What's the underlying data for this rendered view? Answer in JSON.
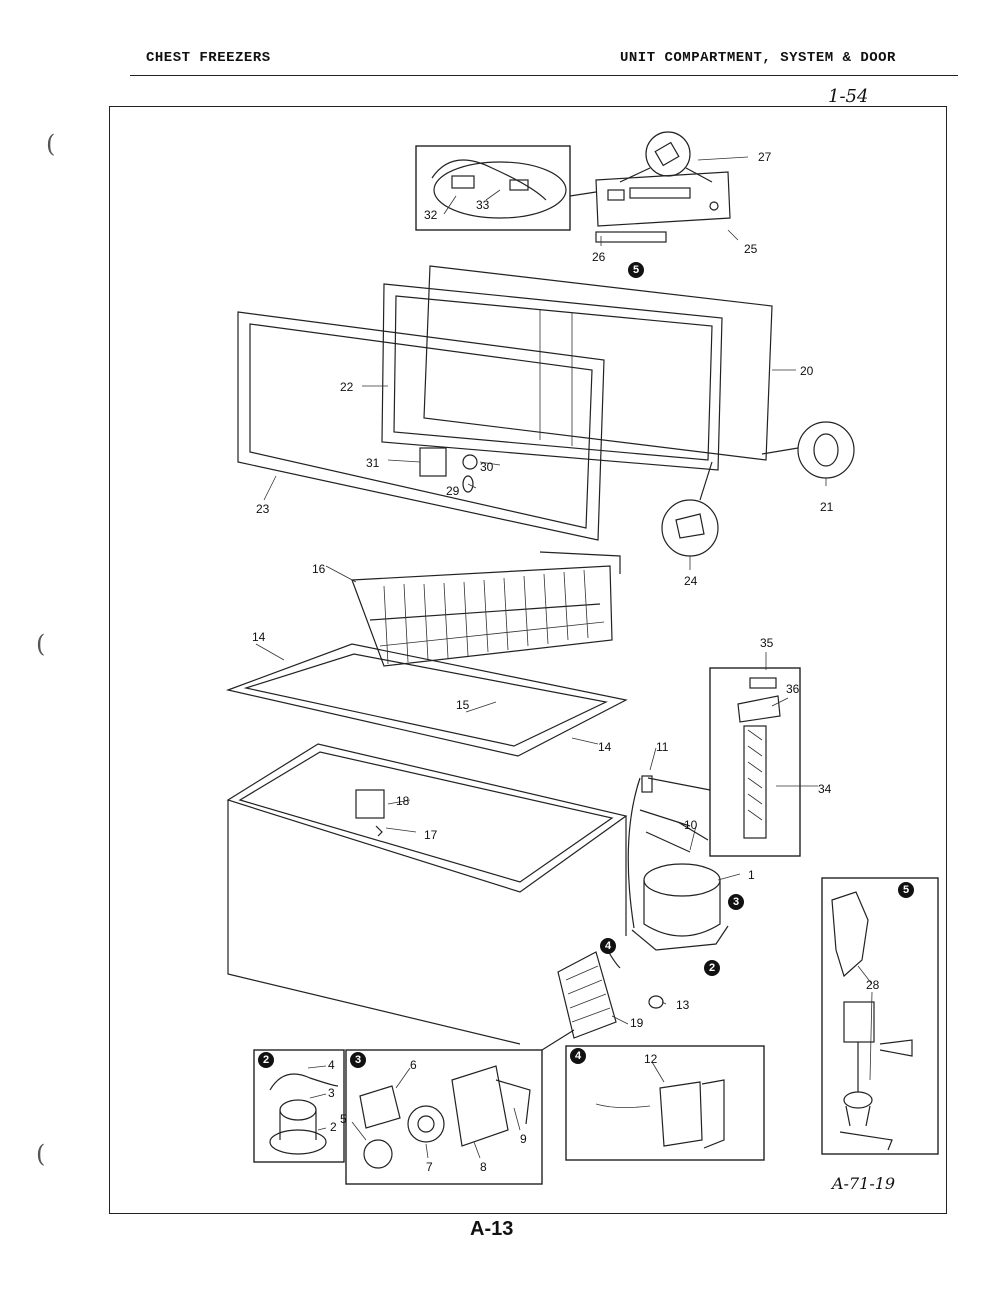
{
  "header": {
    "left": "CHEST FREEZERS",
    "right": "UNIT COMPARTMENT, SYSTEM & DOOR"
  },
  "handwritten": {
    "top_note": "1-54",
    "bottom_note": "A-71-19"
  },
  "footer": {
    "page": "A-13"
  },
  "callouts": [
    "1",
    "2",
    "3",
    "4",
    "5",
    "6",
    "7",
    "8",
    "9",
    "10",
    "11",
    "12",
    "13",
    "14",
    "14",
    "15",
    "16",
    "17",
    "18",
    "19",
    "20",
    "21",
    "22",
    "23",
    "24",
    "25",
    "26",
    "27",
    "28",
    "29",
    "30",
    "31",
    "32",
    "33",
    "34",
    "35",
    "36"
  ],
  "detail_badges": [
    "2",
    "3",
    "4",
    "5",
    "5",
    "2",
    "3",
    "4",
    "5"
  ]
}
